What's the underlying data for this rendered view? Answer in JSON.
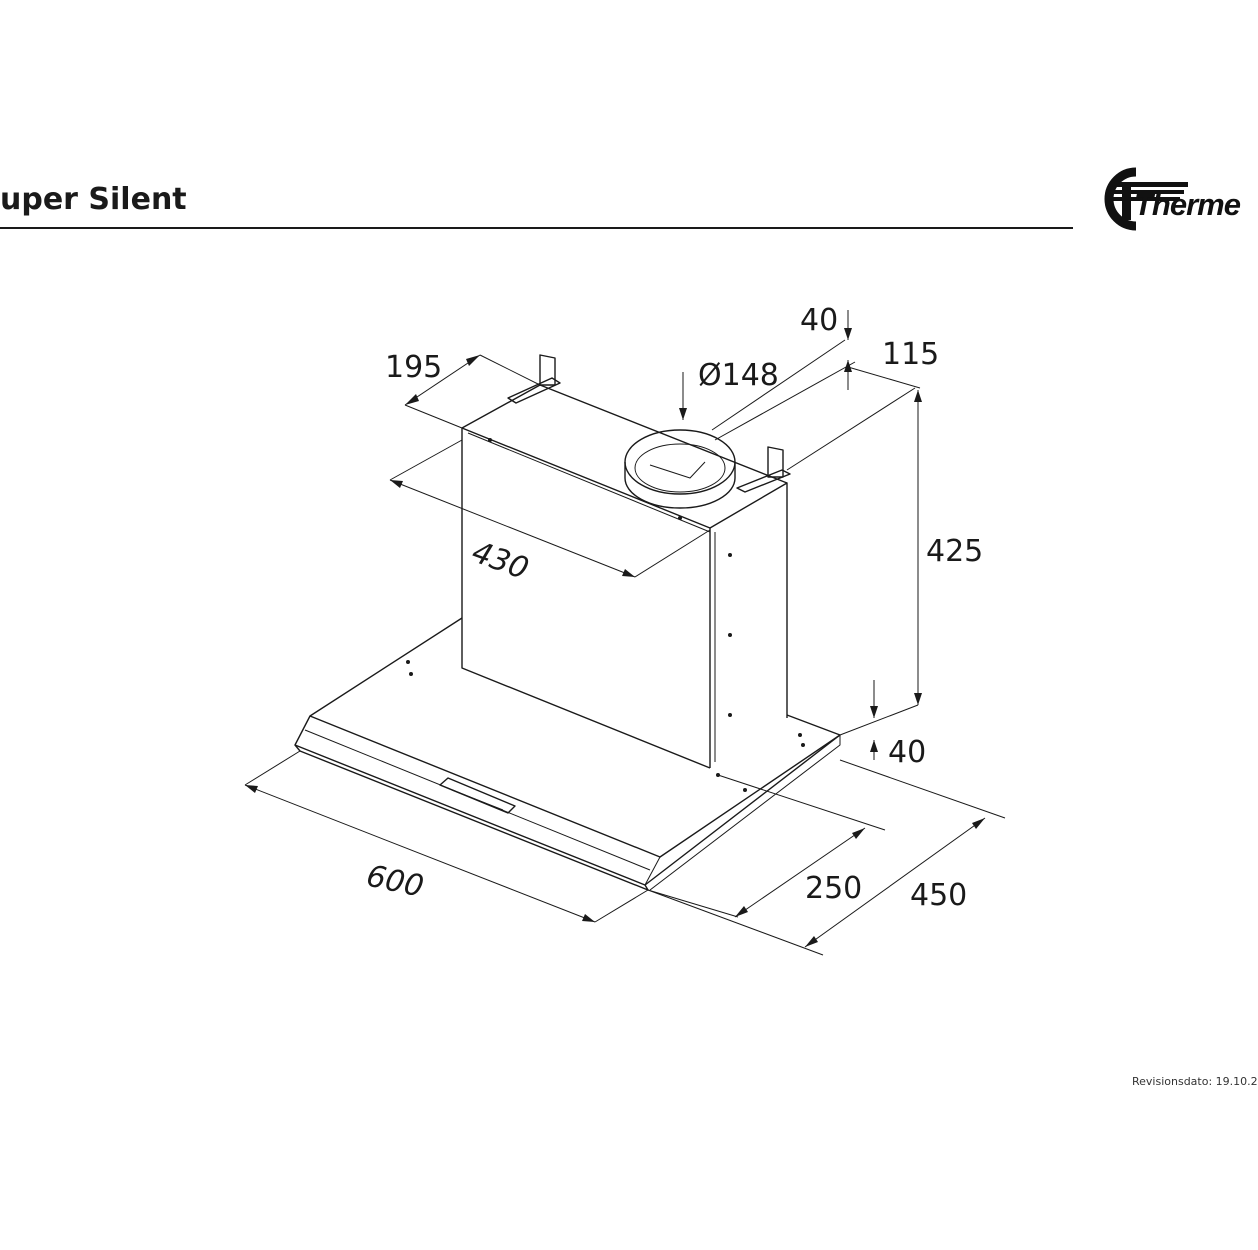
{
  "header": {
    "title": "uper Silent"
  },
  "logo": {
    "text": "Therme"
  },
  "footer": {
    "revision": "Revisionsdato: 19.10.2"
  },
  "dimensions": {
    "depth_chimney": "195",
    "width_chimney": "430",
    "duct_diameter": "Ø148",
    "top_offset": "40",
    "rear_offset": "115",
    "height": "425",
    "canopy_thickness": "40",
    "width": "600",
    "depth_front": "250",
    "depth_total": "450"
  }
}
